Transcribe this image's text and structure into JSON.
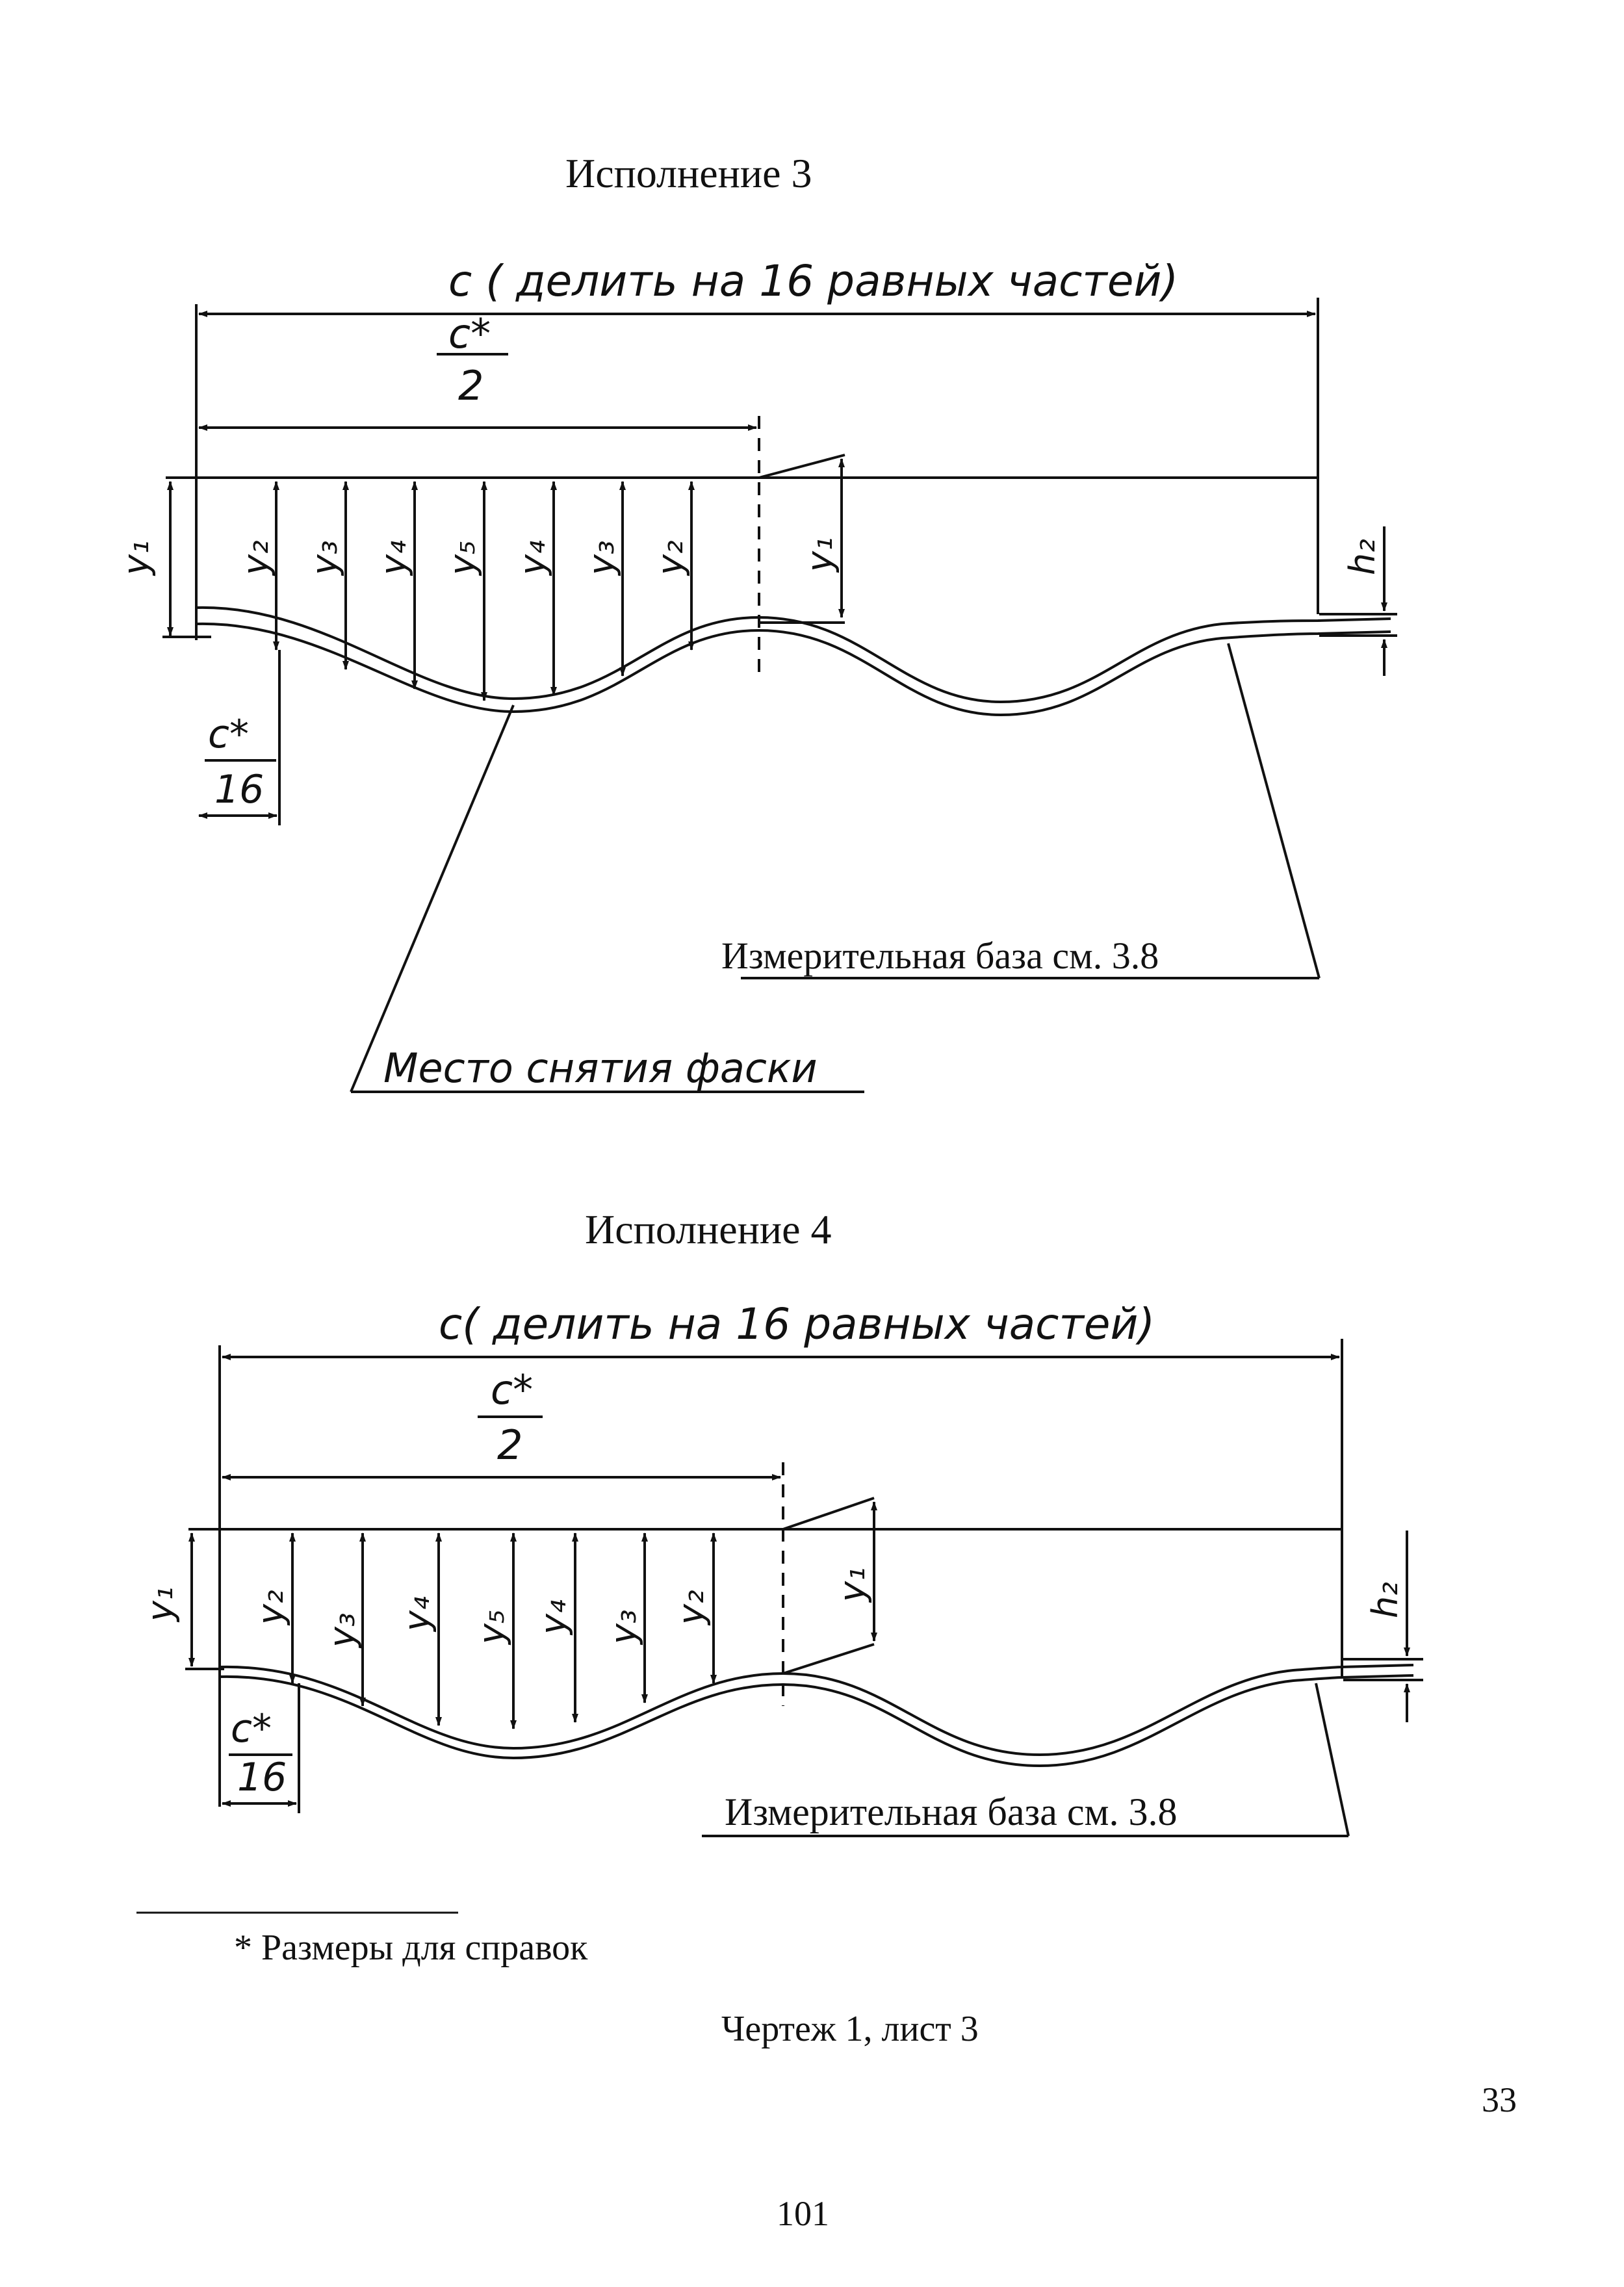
{
  "variant3": {
    "title": "Исполнение 3",
    "dim_total": "с ( делить на 16 равных частей)",
    "half_num": "с*",
    "half_den": "2",
    "step_num": "с*",
    "step_den": "16",
    "y_labels": [
      "y₁",
      "y₂",
      "y₃",
      "y₄",
      "y₅",
      "y₄",
      "y₃",
      "y₂",
      "y₁"
    ],
    "h2": "h₂",
    "base_note": "Измерительная база см. 3.8",
    "chamfer_note": "Место снятия фаски"
  },
  "variant4": {
    "title": "Исполнение 4",
    "dim_total": "с( делить на 16 равных частей)",
    "half_num": "с*",
    "half_den": "2",
    "step_num": "с*",
    "step_den": "16",
    "y_labels": [
      "y₁",
      "y₂",
      "y₃",
      "y₄",
      "y₅",
      "y₄",
      "y₃",
      "y₂",
      "y₁"
    ],
    "h2": "h₂",
    "base_note": "Измерительная база см. 3.8"
  },
  "footnote": "* Размеры для справок",
  "caption": "Чертеж 1, лист 3",
  "page_number_right": "33",
  "page_number_bottom": "101"
}
